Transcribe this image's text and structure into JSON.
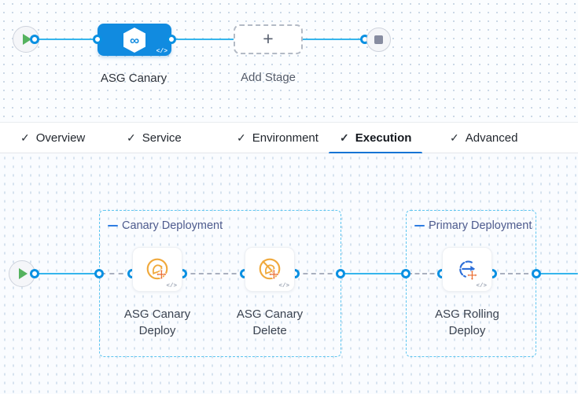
{
  "glyphs": {
    "plus": "+",
    "infinity": "∞",
    "code": "</>",
    "check": "✓"
  },
  "colors": {
    "stage_blue": "#118be0",
    "line_blue": "#35b5ec",
    "dot_blue": "#0a90e2",
    "tab_underline": "#1574d4",
    "group_border": "#5ec6f1",
    "group_title": "#4e5b8d",
    "canary_amber": "#f0a93c",
    "badge_orange": "#ea6a2e",
    "rolling_blue": "#2d6fd8",
    "play_green": "#55b25e",
    "stop_gray": "#878ca0"
  },
  "pipeline": {
    "stage_name": "ASG Canary",
    "add_stage_label": "Add Stage"
  },
  "tabs": [
    {
      "label": "Overview",
      "check": "✓"
    },
    {
      "label": "Service",
      "check": "✓"
    },
    {
      "label": "Environment",
      "check": "✓"
    },
    {
      "label": "Execution",
      "check": "✓"
    },
    {
      "label": "Advanced",
      "check": "✓"
    }
  ],
  "execution": {
    "groups": [
      {
        "title": "Canary Deployment"
      },
      {
        "title": "Primary Deployment"
      }
    ],
    "steps": [
      {
        "name": "ASG Canary Deploy"
      },
      {
        "name": "ASG Canary Delete"
      },
      {
        "name": "ASG Rolling Deploy"
      }
    ]
  }
}
